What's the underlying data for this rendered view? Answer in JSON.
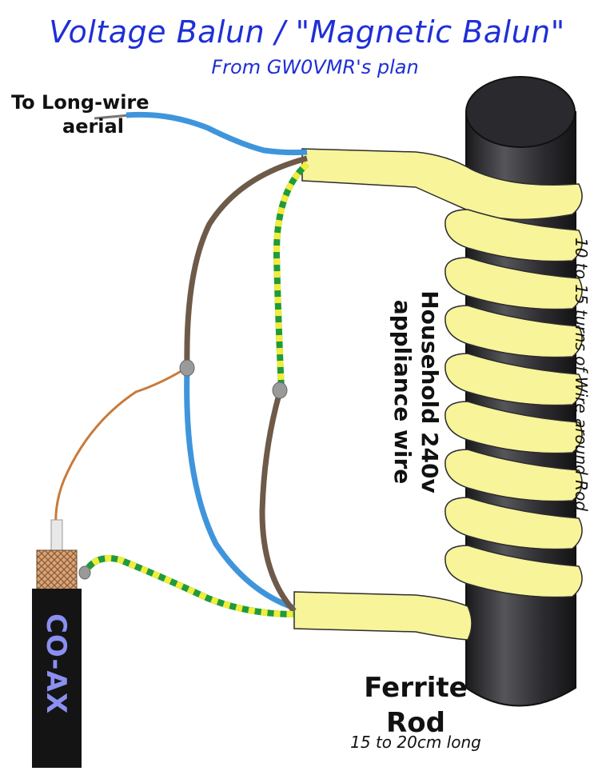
{
  "title": "Voltage Balun / \"Magnetic Balun\"",
  "subtitle": "From GW0VMR's plan",
  "labels": {
    "long_wire_line1": "To Long-wire",
    "long_wire_line2": "aerial",
    "household_line1": "Household 240v",
    "household_line2": "appliance wire",
    "turns": "10 to 15 turns of Wire around Rod",
    "coax": "CO-AX",
    "ferrite_line1": "Ferrite",
    "ferrite_line2": "Rod",
    "rod_length": "15 to 20cm long"
  },
  "colors": {
    "title": "#1f2fd6",
    "rod": "#3a3a3e",
    "coil": "#f7f49a",
    "blue_wire": "#3f95dc",
    "brown_wire": "#6e5a48",
    "earth_green": "#1f9a3c",
    "earth_yellow": "#f2ec3a",
    "copper_wire": "#c87a3a",
    "coax_jacket": "#141414",
    "coax_text": "#8a8ff0"
  },
  "diagram": {
    "coil_turns": 9
  }
}
